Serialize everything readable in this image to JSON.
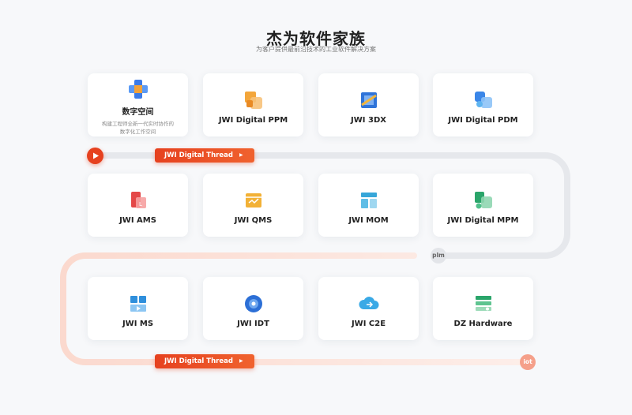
{
  "header": {
    "title": "杰为软件家族",
    "subtitle": "为客户提供最前沿技术的工业软件解决方案"
  },
  "cards": [
    {
      "label": "数字空间",
      "desc": "构建工程师全新一代实时协作的数字化工作空间",
      "icon": "digital-space-icon"
    },
    {
      "label": "JWI Digital PPM",
      "icon": "ppm-icon"
    },
    {
      "label": "JWI 3DX",
      "icon": "3dx-icon"
    },
    {
      "label": "JWI Digital PDM",
      "icon": "pdm-icon"
    },
    {
      "label": "JWI AMS",
      "icon": "ams-icon"
    },
    {
      "label": "JWI QMS",
      "icon": "qms-icon"
    },
    {
      "label": "JWI MOM",
      "icon": "mom-icon"
    },
    {
      "label": "JWI Digital MPM",
      "icon": "mpm-icon"
    },
    {
      "label": "JWI MS",
      "icon": "ms-icon"
    },
    {
      "label": "JWI IDT",
      "icon": "idt-icon"
    },
    {
      "label": "JWI C2E",
      "icon": "c2e-icon"
    },
    {
      "label": "DZ Hardware",
      "icon": "dz-hardware-icon"
    }
  ],
  "thread": {
    "badge_top": "JWI Digital Thread",
    "badge_bottom": "JWI Digital Thread",
    "node_mid": "plm",
    "node_end": "iot"
  },
  "colors": {
    "accent": "#e6411f",
    "track_gray": "#e6e8ec",
    "track_pink": "#fbe1d9"
  }
}
